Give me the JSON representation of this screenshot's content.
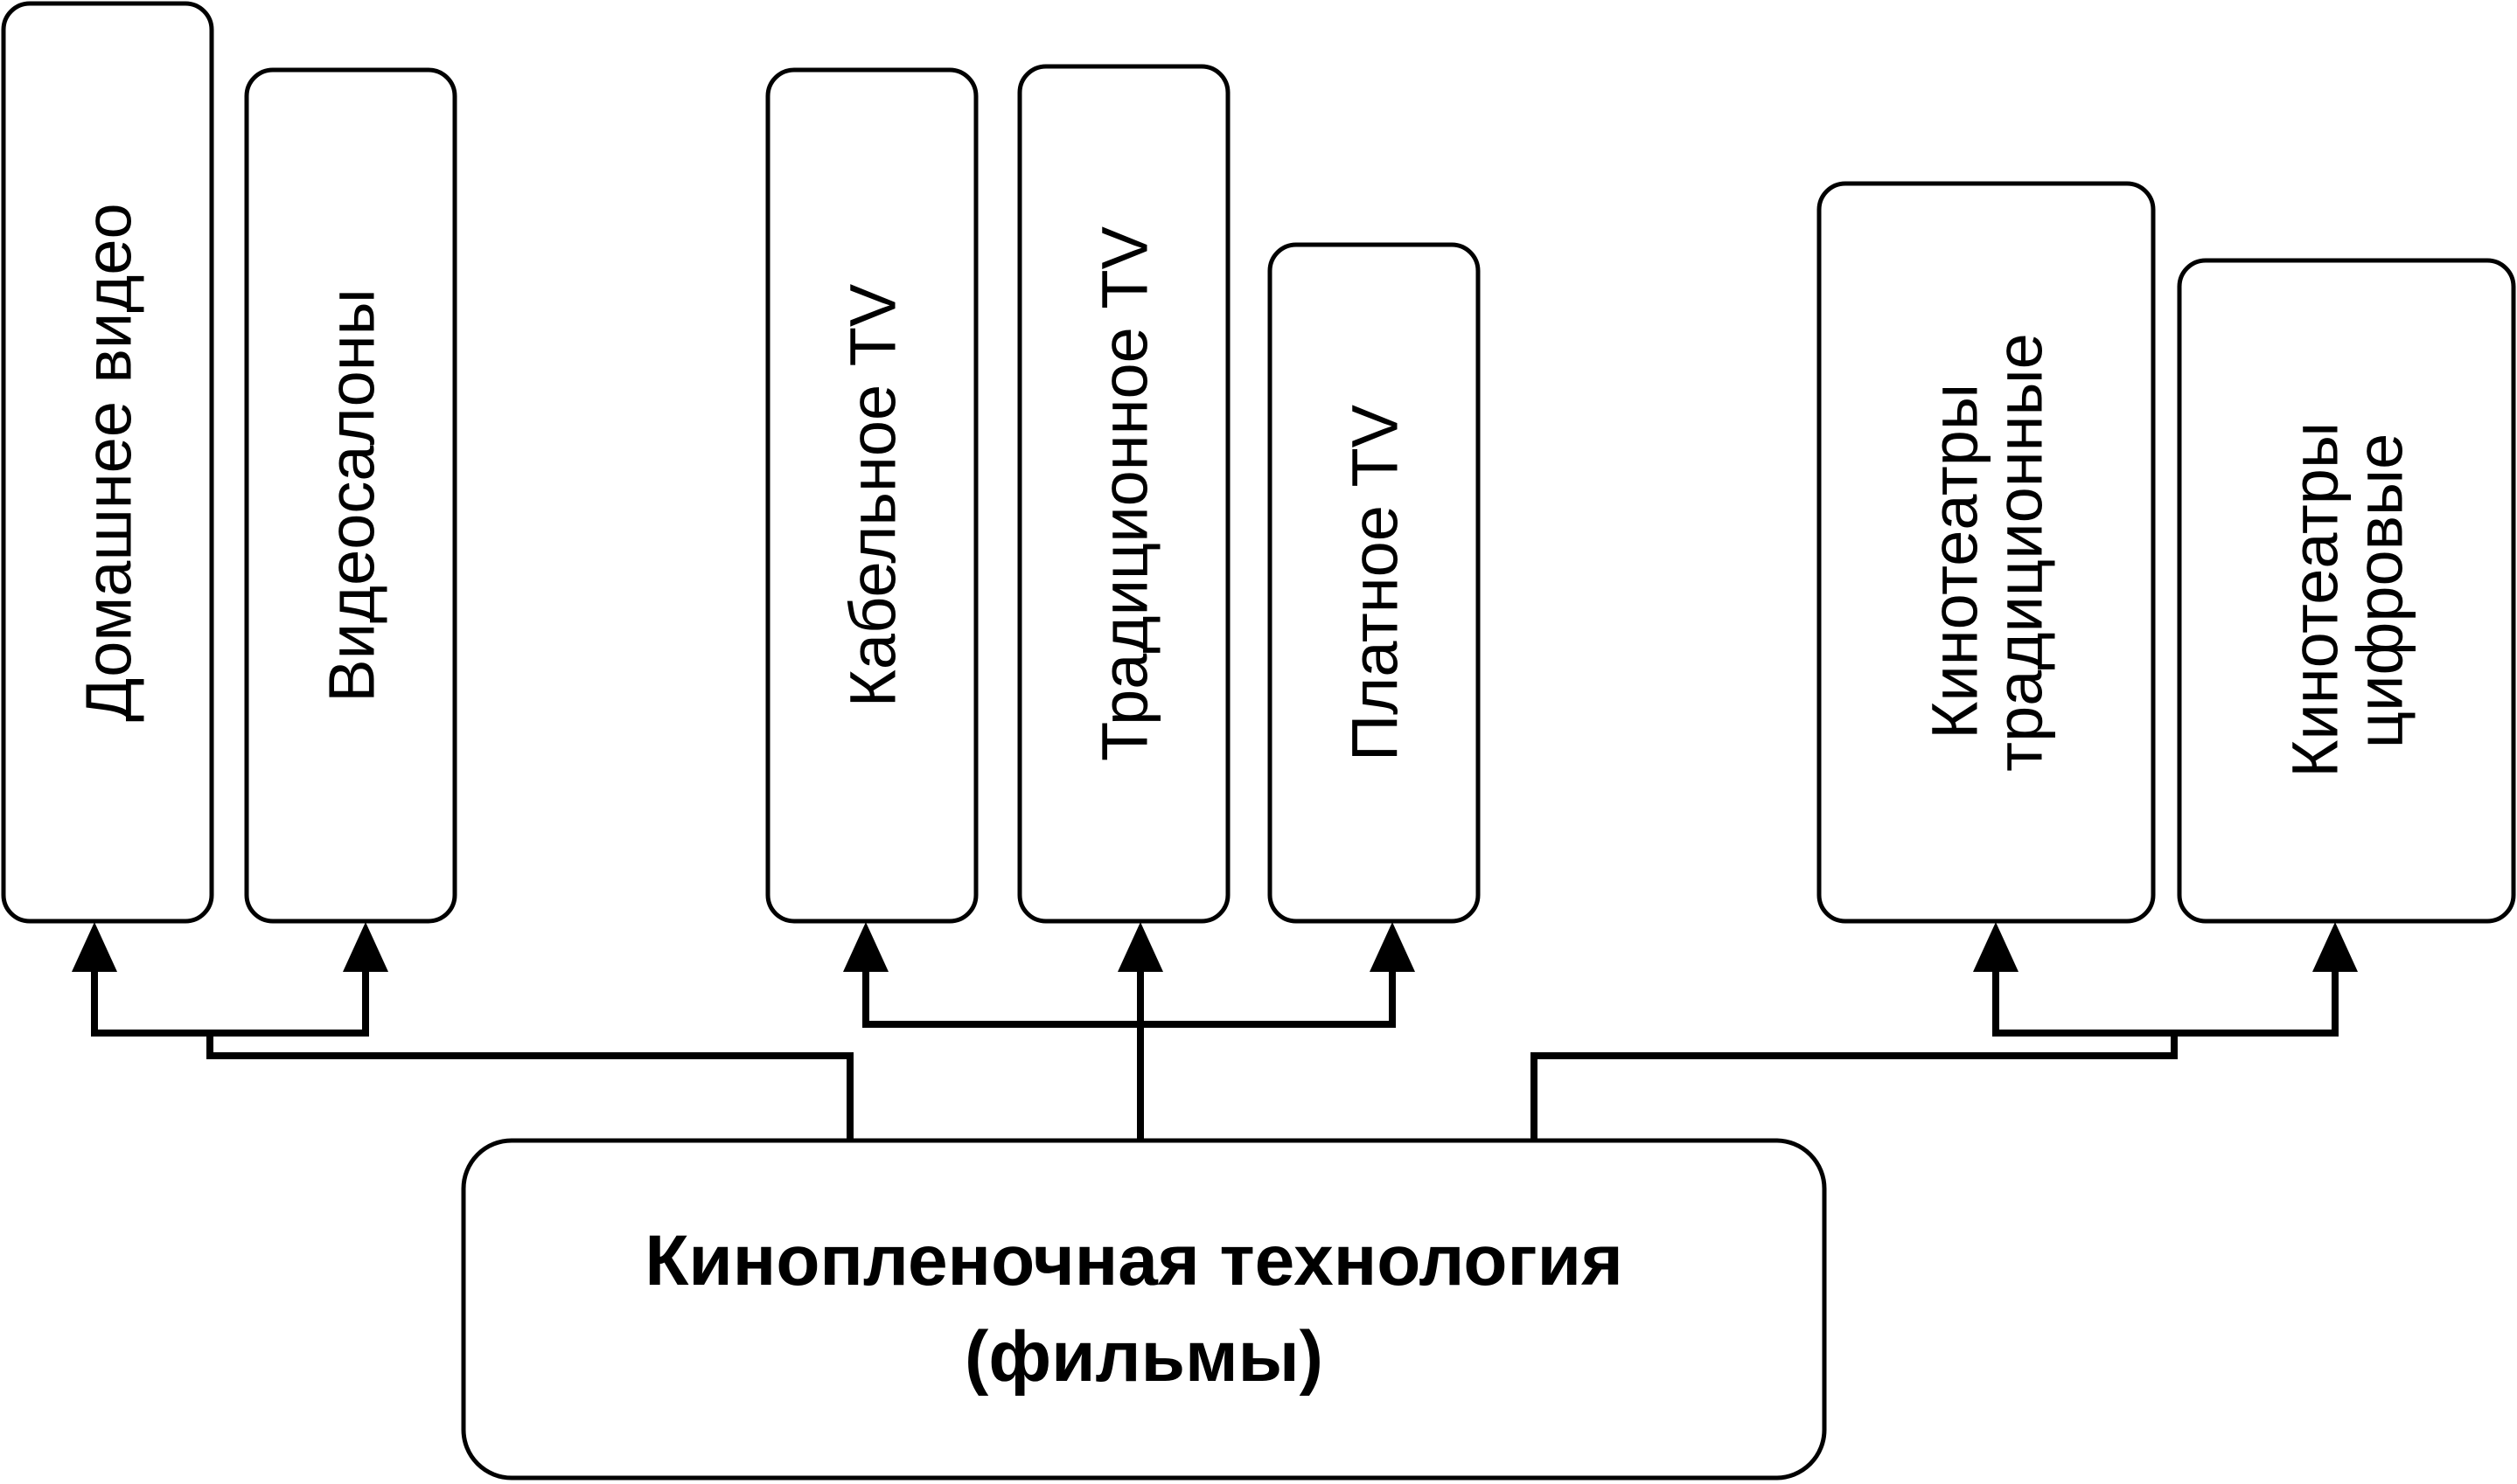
{
  "root": {
    "lines": [
      "Кинопленочная технология",
      "(фильмы)"
    ]
  },
  "targets": [
    {
      "id": "home-video",
      "lines": [
        "Домашнее видео"
      ]
    },
    {
      "id": "video-salons",
      "lines": [
        "Видеосалоны"
      ]
    },
    {
      "id": "cable-tv",
      "lines": [
        "Кабельное TV"
      ]
    },
    {
      "id": "traditional-tv",
      "lines": [
        "Традиционное TV"
      ]
    },
    {
      "id": "pay-tv",
      "lines": [
        "Платное TV"
      ]
    },
    {
      "id": "cinemas-traditional",
      "lines": [
        "Кинотеатры",
        "традиционные"
      ]
    },
    {
      "id": "cinemas-digital",
      "lines": [
        "Кинотеатры",
        "цифровые"
      ]
    }
  ],
  "colors": {
    "stroke": "#000000",
    "fill": "#ffffff"
  }
}
